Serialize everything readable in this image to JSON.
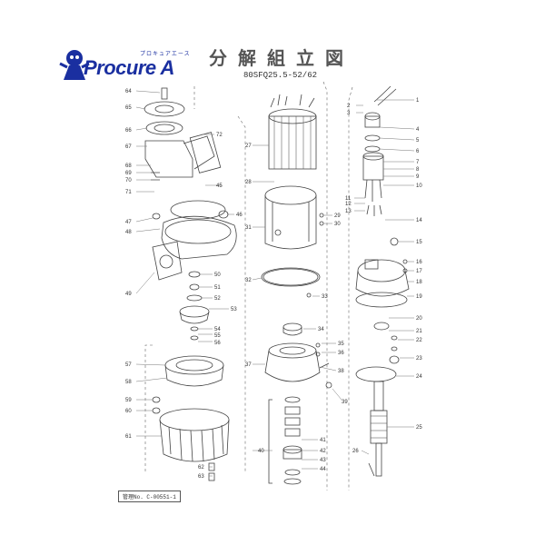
{
  "logo": {
    "text": "Procure A",
    "kana": "プロキュアエース"
  },
  "title": "分解組立図",
  "model": "80SFQ25.5-52/62",
  "management_no": "管理No. C-00551-1",
  "part_numbers": {
    "n1": "1",
    "n2": "2",
    "n3": "3",
    "n4": "4",
    "n5": "5",
    "n6": "6",
    "n7": "7",
    "n8": "8",
    "n9": "9",
    "n10": "10",
    "n11": "11",
    "n12": "12",
    "n13": "13",
    "n14": "14",
    "n15": "15",
    "n16": "16",
    "n17": "17",
    "n18": "18",
    "n19": "19",
    "n20": "20",
    "n21": "21",
    "n22": "22",
    "n23": "23",
    "n24": "24",
    "n25": "25",
    "n26": "26",
    "n27": "27",
    "n28": "28",
    "n29": "29",
    "n30": "30",
    "n31": "31",
    "n32": "32",
    "n33": "33",
    "n34": "34",
    "n35": "35",
    "n36": "36",
    "n37": "37",
    "n38": "38",
    "n39": "39",
    "n40": "40",
    "n41": "41",
    "n42": "42",
    "n43": "43",
    "n44": "44",
    "n45": "45",
    "n46": "46",
    "n47": "47",
    "n48": "48",
    "n49": "49",
    "n50": "50",
    "n51": "51",
    "n52": "52",
    "n53": "53",
    "n54": "54",
    "n55": "55",
    "n56": "56",
    "n57": "57",
    "n58": "58",
    "n59": "59",
    "n60": "60",
    "n61": "61",
    "n62": "62",
    "n63": "63",
    "n64": "64",
    "n65": "65",
    "n66": "66",
    "n67": "67",
    "n68": "68",
    "n69": "69",
    "n70": "70",
    "n71": "71",
    "n72": "72"
  }
}
